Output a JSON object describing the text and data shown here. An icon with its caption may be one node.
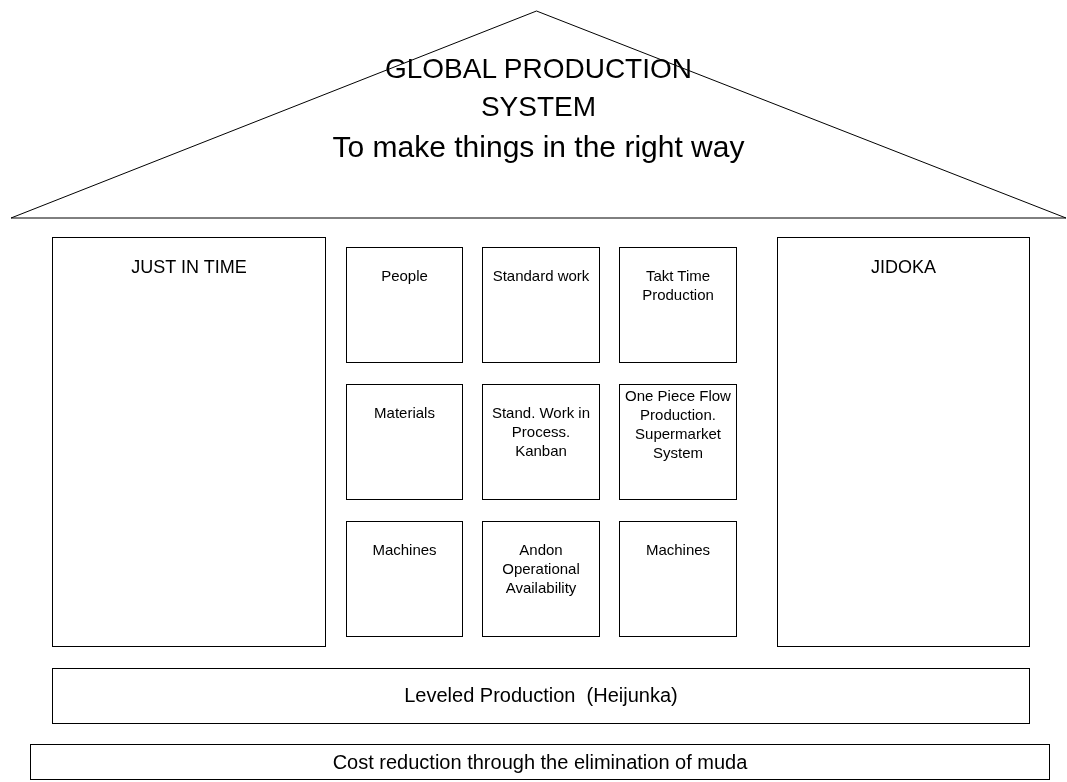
{
  "diagram": {
    "nodes": [
      {
        "text": [
          "GLOBAL PRODUCTION SYSTEM",
          "To make things in the right way"
        ]
      },
      {
        "text": [
          "JUST IN TIME"
        ]
      },
      {
        "text": [
          "People"
        ]
      },
      {
        "text": [
          "Standard work"
        ]
      },
      {
        "text": [
          "Takt Time Production"
        ]
      },
      {
        "text": [
          "JIDOKA"
        ]
      },
      {
        "text": [
          "Materials"
        ]
      },
      {
        "text": [
          "Stand. Work in Process. Kanban"
        ]
      },
      {
        "text": [
          "One Piece Flow Production. Supermarket System"
        ]
      },
      {
        "text": [
          "Machines"
        ]
      },
      {
        "text": [
          "Andon Operational Availability"
        ]
      },
      {
        "text": [
          "Machines"
        ]
      },
      {
        "text": [
          "Leveled Production  (Heijunka)"
        ]
      },
      {
        "text": [
          "Cost reduction through the elimination of muda"
        ]
      }
    ],
    "edges": []
  }
}
